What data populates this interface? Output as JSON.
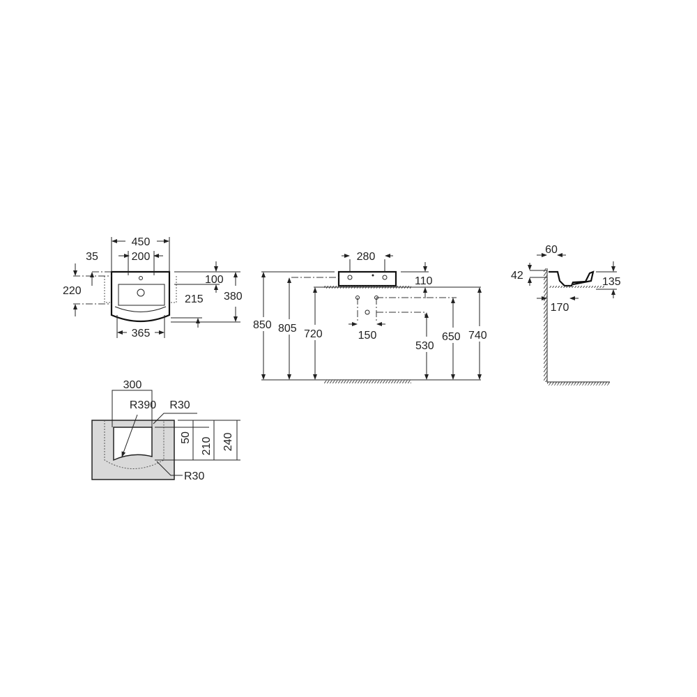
{
  "plan_view": {
    "width_total": "450",
    "tap_spacing": "200",
    "offset_35": "35",
    "depth_220": "220",
    "depth_100": "100",
    "depth_215": "215",
    "depth_380": "380",
    "bowl_width": "365"
  },
  "front_view": {
    "hole_spacing": "280",
    "height_110": "110",
    "height_850": "850",
    "height_805": "805",
    "height_720": "720",
    "supply_spacing": "150",
    "height_530": "530",
    "height_650": "650",
    "height_740": "740"
  },
  "side_view": {
    "dim_60": "60",
    "dim_42": "42",
    "dim_135": "135",
    "dim_170": "170"
  },
  "cutout_view": {
    "width_300": "300",
    "radius_390": "R390",
    "radius_30_top": "R30",
    "dim_50": "50",
    "dim_210": "210",
    "dim_240": "240",
    "radius_30_bottom": "R30"
  },
  "colors": {
    "line": "#222222",
    "cutout_fill": "#d9d9d9"
  }
}
